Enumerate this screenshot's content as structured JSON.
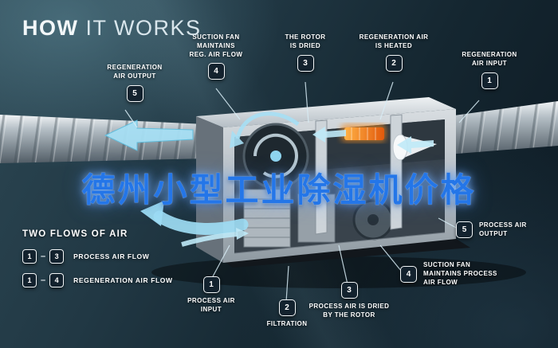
{
  "title": {
    "bold": "HOW",
    "light": "IT WORKS"
  },
  "watermark": {
    "text": "德州小型工业除湿机价格",
    "color": "#2476e8"
  },
  "callouts": {
    "regen_output": {
      "num": "5",
      "label": "REGENERATION\nAIR OUTPUT"
    },
    "suction_fan_reg": {
      "num": "4",
      "label": "SUCTION FAN\nMAINTAINS\nREG. AIR FLOW"
    },
    "rotor_dried": {
      "num": "3",
      "label": "THE ROTOR\nIS DRIED"
    },
    "regen_heated": {
      "num": "2",
      "label": "REGENERATION AIR\nIS HEATED"
    },
    "regen_input": {
      "num": "1",
      "label": "REGENERATION\nAIR INPUT"
    },
    "process_output": {
      "num": "5",
      "label": "PROCESS AIR\nOUTPUT"
    },
    "suction_fan_process": {
      "num": "4",
      "label": "SUCTION FAN\nMAINTAINS PROCESS\nAIR FLOW"
    },
    "process_input": {
      "num": "1",
      "label": "PROCESS AIR\nINPUT"
    },
    "filtration": {
      "num": "2",
      "label": "FILTRATION"
    },
    "process_dried": {
      "num": "3",
      "label": "PROCESS AIR IS DRIED\nBY THE ROTOR"
    }
  },
  "legend": {
    "title": "TWO FLOWS OF AIR",
    "separator": "–",
    "rows": [
      {
        "start": "1",
        "end": "3",
        "label": "PROCESS AIR FLOW"
      },
      {
        "start": "1",
        "end": "4",
        "label": "REGENERATION AIR FLOW"
      }
    ]
  },
  "colors": {
    "background_dark": "#15262f",
    "background_light": "#2c4753",
    "arrow_blue": "#a6dff4",
    "heater_orange": "#e2590b",
    "watermark_blue": "#2476e8",
    "badge_fill": "#13222e",
    "badge_border": "#f2f6f8",
    "label_text": "#ffffff"
  }
}
